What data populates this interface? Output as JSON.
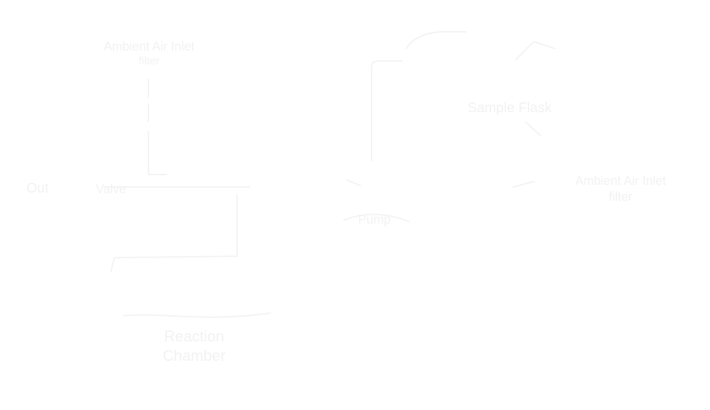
{
  "diagram": {
    "labels": {
      "top_left_line1": "Ambient Air Inlet",
      "top_left_line2": "filter",
      "right_line1": "Ambient Air Inlet",
      "right_line2": "filter",
      "bottom_line1": "Reaction",
      "bottom_line2": "Chamber",
      "left": "Out",
      "mid_left": "Valve",
      "middle": "Pump",
      "flask_center": "Sample Flask"
    },
    "line_color": "#f3f3f3"
  }
}
